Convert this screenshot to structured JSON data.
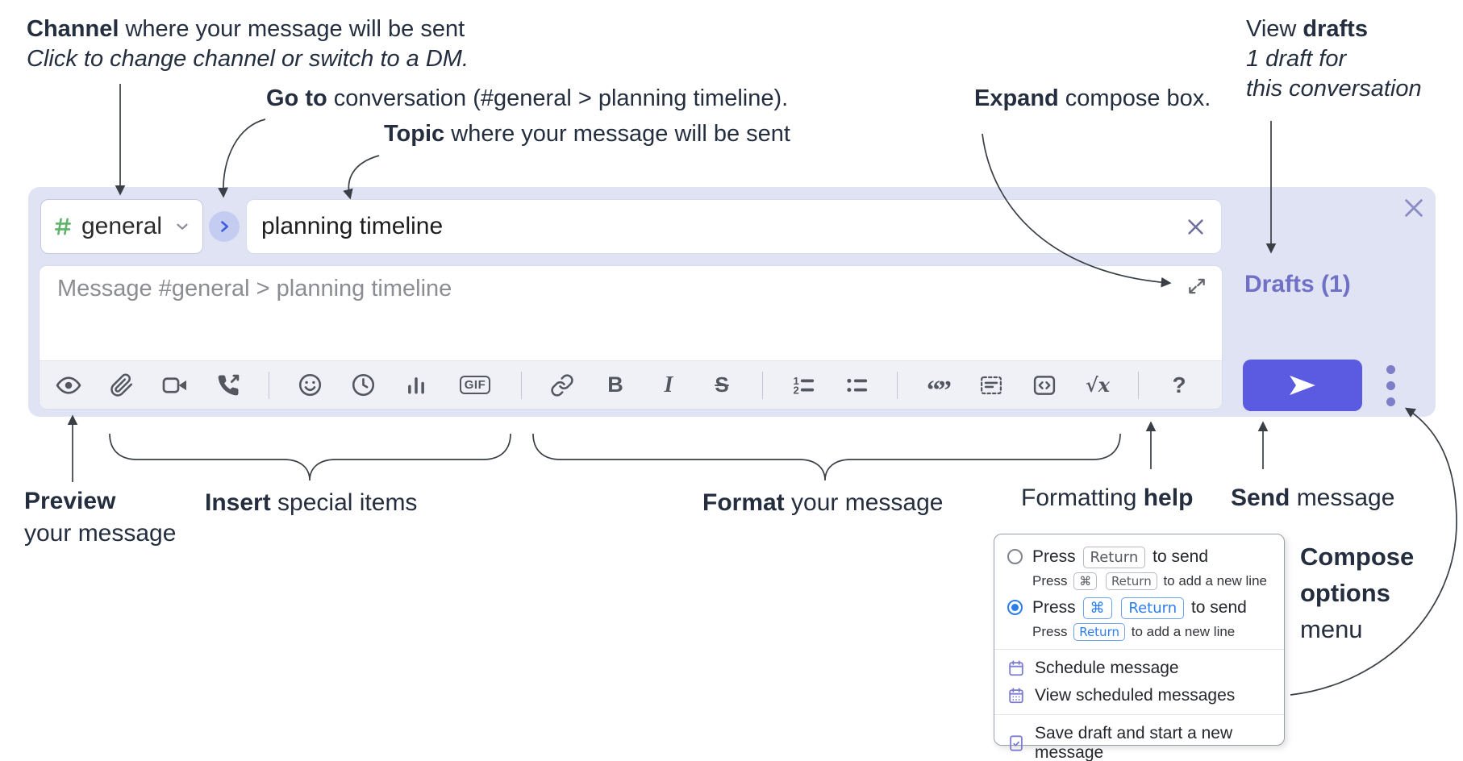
{
  "annotations": {
    "channel": {
      "bold": "Channel",
      "rest": " where your message will be sent",
      "sub": "Click to change channel or switch to a DM."
    },
    "goto": {
      "bold": "Go to",
      "rest": " conversation (#general > planning timeline)."
    },
    "topic": {
      "bold": "Topic",
      "rest": " where your message will be sent"
    },
    "expand": {
      "bold": "Expand",
      "rest": " compose box."
    },
    "view_drafts": {
      "pre": "View ",
      "bold": "drafts",
      "line2": "1 draft for",
      "line3": "this conversation"
    },
    "preview": {
      "bold": "Preview",
      "line2": "your message"
    },
    "insert": {
      "bold": "Insert",
      "rest": " special items"
    },
    "format": {
      "bold": "Format",
      "rest": " your message"
    },
    "formatting_help": {
      "pre": "Formatting ",
      "bold": "help"
    },
    "send": {
      "bold": "Send",
      "rest": " message"
    },
    "compose_options": {
      "line1": "Compose",
      "line2": "options",
      "line3": "menu"
    }
  },
  "compose": {
    "channel": {
      "name": "general"
    },
    "topic": {
      "value": "planning timeline"
    },
    "message": {
      "placeholder": "Message #general > planning timeline"
    },
    "drafts_link": "Drafts (1)",
    "toolbar": {
      "gif": "GIF",
      "bold": "B",
      "italic": "I",
      "strike": "S",
      "quote": "“”",
      "math": "√x",
      "help": "?"
    }
  },
  "popup": {
    "options": [
      {
        "main_pre": "Press",
        "main_keys": [
          "Return"
        ],
        "main_post": "to send",
        "sub_pre": "Press",
        "sub_keys": [
          "⌘",
          "Return"
        ],
        "sub_post": "to add a new line"
      },
      {
        "main_pre": "Press",
        "main_keys": [
          "⌘",
          "Return"
        ],
        "main_post": "to send",
        "sub_pre": "Press",
        "sub_keys": [
          "Return"
        ],
        "sub_post": "to add a new line"
      }
    ],
    "menu_items": [
      "Schedule message",
      "View scheduled messages",
      "Save draft and start a new message"
    ]
  },
  "colors": {
    "send_button": "#5a5be0",
    "drafts_link": "#7070c5",
    "channel_hash": "#5fb36a",
    "goto_chevron": "#3f5edb",
    "key_highlight": "#2b7cf0",
    "compose_bg": "#e0e3f4",
    "annotation_text": "#242e3e"
  }
}
